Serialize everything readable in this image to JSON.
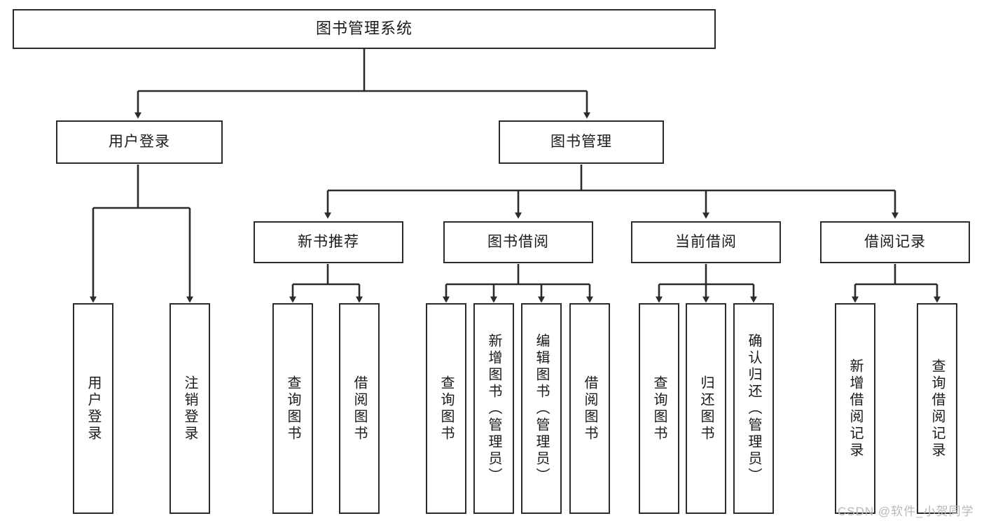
{
  "diagram": {
    "title": "图书管理系统",
    "type": "tree-structure-chart",
    "watermark": "CSDN @软件_小贺同学",
    "colors": {
      "border": "#2b2b2b",
      "background": "#ffffff",
      "text": "#1a1a1a",
      "watermark": "#b9b9b9"
    }
  },
  "nodes": {
    "root": {
      "label": "图书管理系统"
    },
    "level1": [
      {
        "id": "user-login",
        "label": "用户登录"
      },
      {
        "id": "book-manage",
        "label": "图书管理"
      }
    ],
    "level2": [
      {
        "id": "new-book-recommend",
        "label": "新书推荐"
      },
      {
        "id": "book-borrow",
        "label": "图书借阅"
      },
      {
        "id": "current-borrow",
        "label": "当前借阅"
      },
      {
        "id": "borrow-record",
        "label": "借阅记录"
      }
    ],
    "leaves": [
      {
        "id": "leaf-user-login",
        "label": "用户登录",
        "parent": "user-login"
      },
      {
        "id": "leaf-logout",
        "label": "注销登录",
        "parent": "user-login"
      },
      {
        "id": "leaf-query-book-1",
        "label": "查询图书",
        "parent": "new-book-recommend"
      },
      {
        "id": "leaf-borrow-book-1",
        "label": "借阅图书",
        "parent": "new-book-recommend"
      },
      {
        "id": "leaf-query-book-2",
        "label": "查询图书",
        "parent": "book-borrow"
      },
      {
        "id": "leaf-add-book",
        "label": "新增图书（管理员）",
        "parent": "book-borrow"
      },
      {
        "id": "leaf-edit-book",
        "label": "编辑图书（管理员）",
        "parent": "book-borrow"
      },
      {
        "id": "leaf-borrow-book-2",
        "label": "借阅图书",
        "parent": "book-borrow"
      },
      {
        "id": "leaf-query-book-3",
        "label": "查询图书",
        "parent": "current-borrow"
      },
      {
        "id": "leaf-return-book",
        "label": "归还图书",
        "parent": "current-borrow"
      },
      {
        "id": "leaf-confirm-return",
        "label": "确认归还（管理员）",
        "parent": "current-borrow"
      },
      {
        "id": "leaf-add-record",
        "label": "新增借阅记录",
        "parent": "borrow-record"
      },
      {
        "id": "leaf-query-record",
        "label": "查询借阅记录",
        "parent": "borrow-record"
      }
    ]
  }
}
